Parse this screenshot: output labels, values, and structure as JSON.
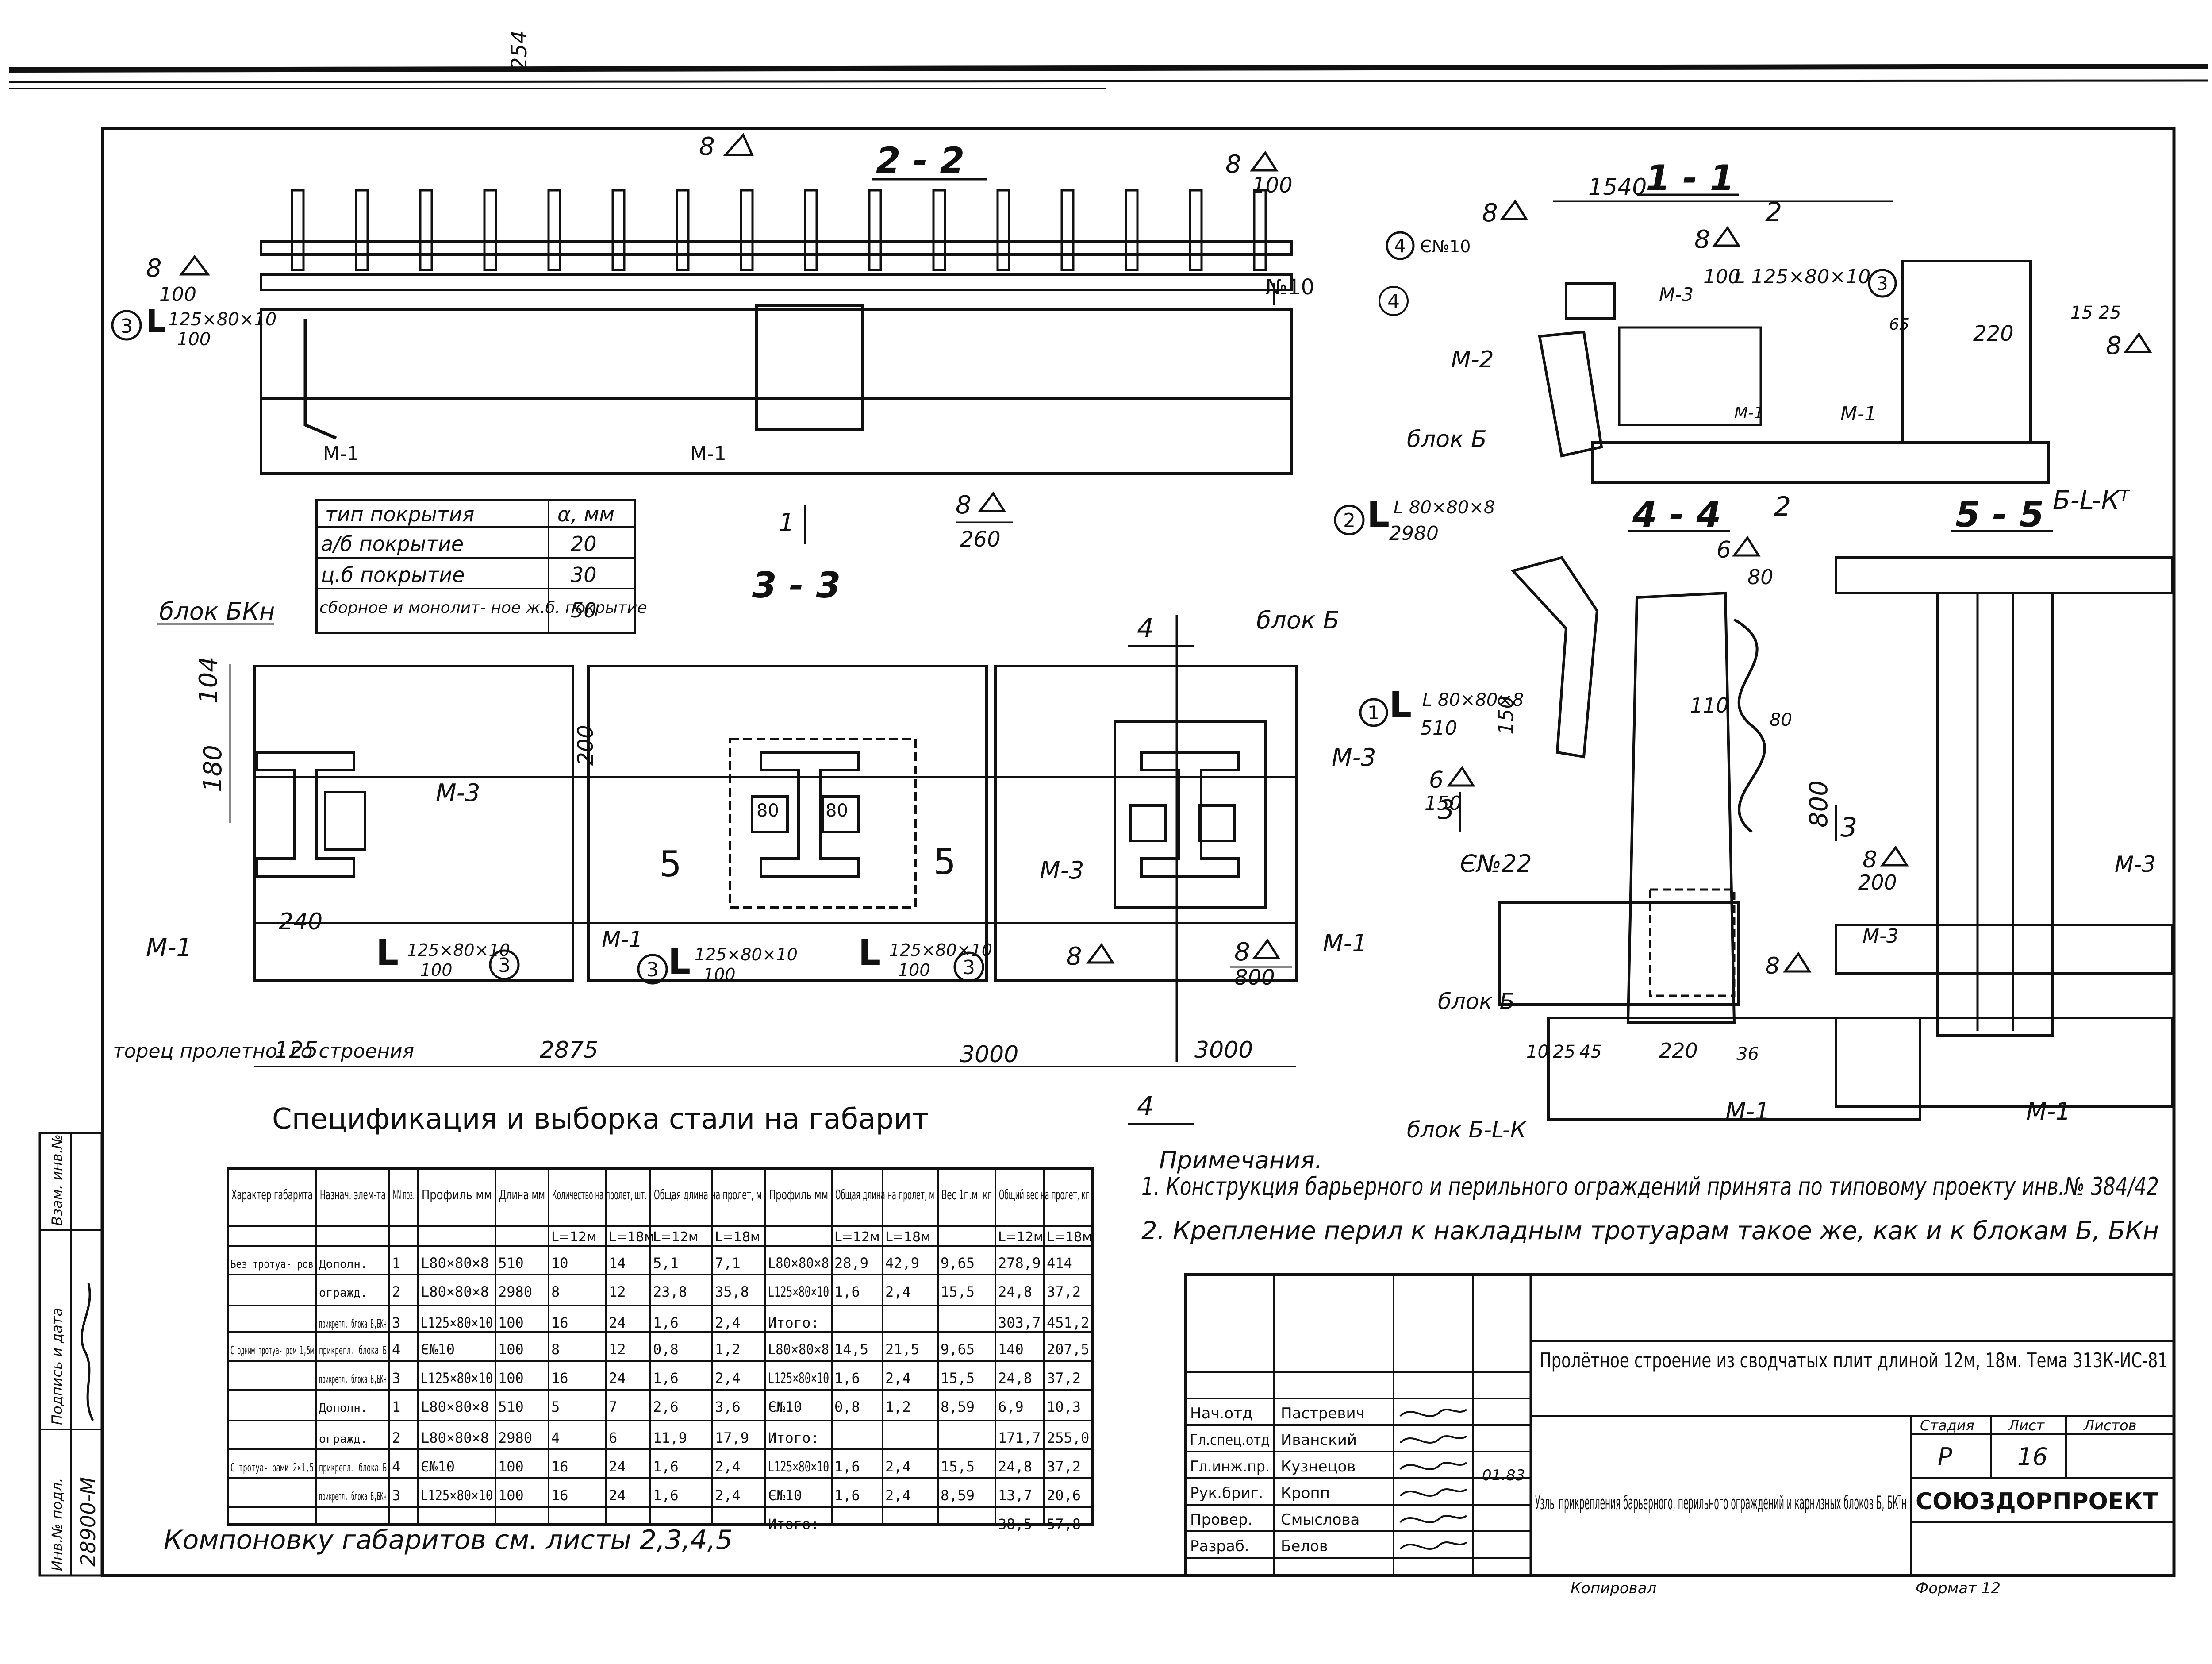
{
  "sections": {
    "s22": "2 - 2",
    "s11": "1 - 1",
    "s33": "3 - 3",
    "s44": "4 - 4",
    "s55": "5 - 5"
  },
  "labels": {
    "blok_bkn": "блок  БКн",
    "blok_b_top": "блок Б",
    "blok_b_11": "блок Б",
    "blok_b_44": "блок Б",
    "blok_b_l_k": "блок Б-L-К",
    "b_l_kt": "Б-L-Кᵀ",
    "torets": "торец пролетно- го строения",
    "m1": "М-1",
    "m2": "М-2",
    "m3": "М-3",
    "sm10": "Є№10",
    "sm22": "Є№22",
    "n10": "№10",
    "angle_125": "L 125×80×10",
    "angle_80_2980": "L 80×80×8",
    "angle_80_510": "L 80×80×8"
  },
  "dims": {
    "d1540": "1540",
    "d2980": "2980",
    "d510": "510",
    "d150": "150",
    "d100": "100",
    "d260": "260",
    "d200": "200",
    "d800": "800",
    "d125": "125",
    "d2875": "2875",
    "d3000a": "3000",
    "d3000b": "3000",
    "d240": "240",
    "d254": "254",
    "d180": "180",
    "d104": "104",
    "d80": "80",
    "d110": "110",
    "d220": "220",
    "d220b": "220",
    "d10": "10",
    "d25": "25",
    "d45": "45",
    "d36": "36",
    "d65": "65",
    "d1525": "15 25"
  },
  "coating_table": {
    "header": [
      "тип покрытия",
      "α, мм"
    ],
    "rows": [
      [
        "а/б покрытие",
        "20"
      ],
      [
        "ц.б покрытие",
        "30"
      ],
      [
        "сборное и монолит- ное ж.б. покрытие",
        "50"
      ]
    ]
  },
  "spec": {
    "title": "Спецификация  и  выборка  стали  на  габарит",
    "headers": [
      "Характер габарита",
      "Назнач. элем-та",
      "NN поз.",
      "Профиль мм",
      "Длина мм",
      "Количество на пролет, шт.",
      "Общая длина на пролет, м",
      "Профиль мм",
      "Общая длина на пролет, м",
      "Вес 1п.м. кг",
      "Общий вес на пролет, кг"
    ],
    "subheaders": [
      "L=12м",
      "L=18м",
      "L=12м",
      "L=18м",
      "L=12м",
      "L=18м",
      "L=12м",
      "L=18м"
    ],
    "rows": [
      [
        "Без тротуа- ров",
        "Дополн.",
        "1",
        "L80×80×8",
        "510",
        "10",
        "14",
        "5,1",
        "7,1",
        "L80×80×8",
        "28,9",
        "42,9",
        "9,65",
        "278,9",
        "414"
      ],
      [
        "",
        "огражд.",
        "2",
        "L80×80×8",
        "2980",
        "8",
        "12",
        "23,8",
        "35,8",
        "L125×80×10",
        "1,6",
        "2,4",
        "15,5",
        "24,8",
        "37,2"
      ],
      [
        "",
        "прикрепл. блока Б,БКн",
        "3",
        "L125×80×10",
        "100",
        "16",
        "24",
        "1,6",
        "2,4",
        "Итого:",
        "",
        "",
        "",
        "303,7",
        "451,2"
      ],
      [
        "С одним тротуа- ром 1,5м",
        "прикрепл. блока Б",
        "4",
        "Є№10",
        "100",
        "8",
        "12",
        "0,8",
        "1,2",
        "L80×80×8",
        "14,5",
        "21,5",
        "9,65",
        "140",
        "207,5"
      ],
      [
        "",
        "прикрепл. блока Б,БКн",
        "3",
        "L125×80×10",
        "100",
        "16",
        "24",
        "1,6",
        "2,4",
        "L125×80×10",
        "1,6",
        "2,4",
        "15,5",
        "24,8",
        "37,2"
      ],
      [
        "",
        "Дополн.",
        "1",
        "L80×80×8",
        "510",
        "5",
        "7",
        "2,6",
        "3,6",
        "Є№10",
        "0,8",
        "1,2",
        "8,59",
        "6,9",
        "10,3"
      ],
      [
        "",
        "огражд.",
        "2",
        "L80×80×8",
        "2980",
        "4",
        "6",
        "11,9",
        "17,9",
        "Итого:",
        "",
        "",
        "",
        "171,7",
        "255,0"
      ],
      [
        "С тротуа- рами 2×1,5",
        "прикрепл. блока Б",
        "4",
        "Є№10",
        "100",
        "16",
        "24",
        "1,6",
        "2,4",
        "L125×80×10",
        "1,6",
        "2,4",
        "15,5",
        "24,8",
        "37,2"
      ],
      [
        "",
        "прикрепл. блока Б,БКн",
        "3",
        "L125×80×10",
        "100",
        "16",
        "24",
        "1,6",
        "2,4",
        "Є№10",
        "1,6",
        "2,4",
        "8,59",
        "13,7",
        "20,6"
      ],
      [
        "",
        "",
        "",
        "",
        "",
        "",
        "",
        "",
        "",
        "Итого:",
        "",
        "",
        "",
        "38,5",
        "57,8"
      ]
    ]
  },
  "layout_note": "Компоновку габаритов см. листы 2,3,4,5",
  "notes": {
    "title": "Примечания.",
    "n1": "1. Конструкция барьерного и перильного ограждений принята по типовому проекту инв.№ 384/42",
    "n2": "2. Крепление перил к накладным тротуарам такое же, как и к блокам Б, БКн"
  },
  "title_block": {
    "project": "Пролётное строение из сводчатых плит длиной 12м, 18м. Тема 313К-ИС-81",
    "sheet_title": "Узлы прикрепления барьерного, перильного ограждений и карнизных блоков Б, БКᵀн",
    "org": "СОЮЗДОРПРОЕКТ",
    "stage_label": "Стадия",
    "sheet_label": "Лист",
    "sheets_label": "Листов",
    "stage": "Р",
    "sheet": "16",
    "sheets": "",
    "date": "01.83",
    "people": [
      [
        "Нач.отд",
        "Пастревич"
      ],
      [
        "Гл.спец.отд",
        "Иванский"
      ],
      [
        "Гл.инж.пр.",
        "Кузнецов"
      ],
      [
        "Рук.бриг.",
        "Кропп"
      ],
      [
        "Провер.",
        "Смыслова"
      ],
      [
        "Разраб.",
        "Белов"
      ]
    ],
    "kopiroval": "Копировал",
    "format": "Формат 12"
  },
  "side_stamp": {
    "inv_podl": "Инв.№ подл.",
    "podpis": "Подпись и дата",
    "vzam": "Взам. инв.№",
    "inv_value": "28900-М"
  }
}
